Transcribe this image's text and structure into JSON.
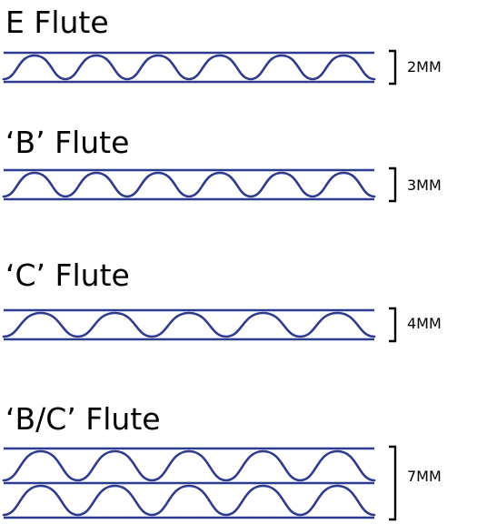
{
  "flutes": [
    {
      "title": "E  Flute",
      "thickness": "2MM",
      "layers": 1,
      "waves": 6
    },
    {
      "title": "‘B’ Flute",
      "thickness": "3MM",
      "layers": 1,
      "waves": 6
    },
    {
      "title": "‘C’ Flute",
      "thickness": "4MM",
      "layers": 1,
      "waves": 5
    },
    {
      "title": "‘B/C’ Flute",
      "thickness": "7MM",
      "layers": 2,
      "waves": 5
    }
  ],
  "colors": {
    "board_line": "#2e3b8e",
    "bracket": "#000000",
    "text": "#000000"
  }
}
